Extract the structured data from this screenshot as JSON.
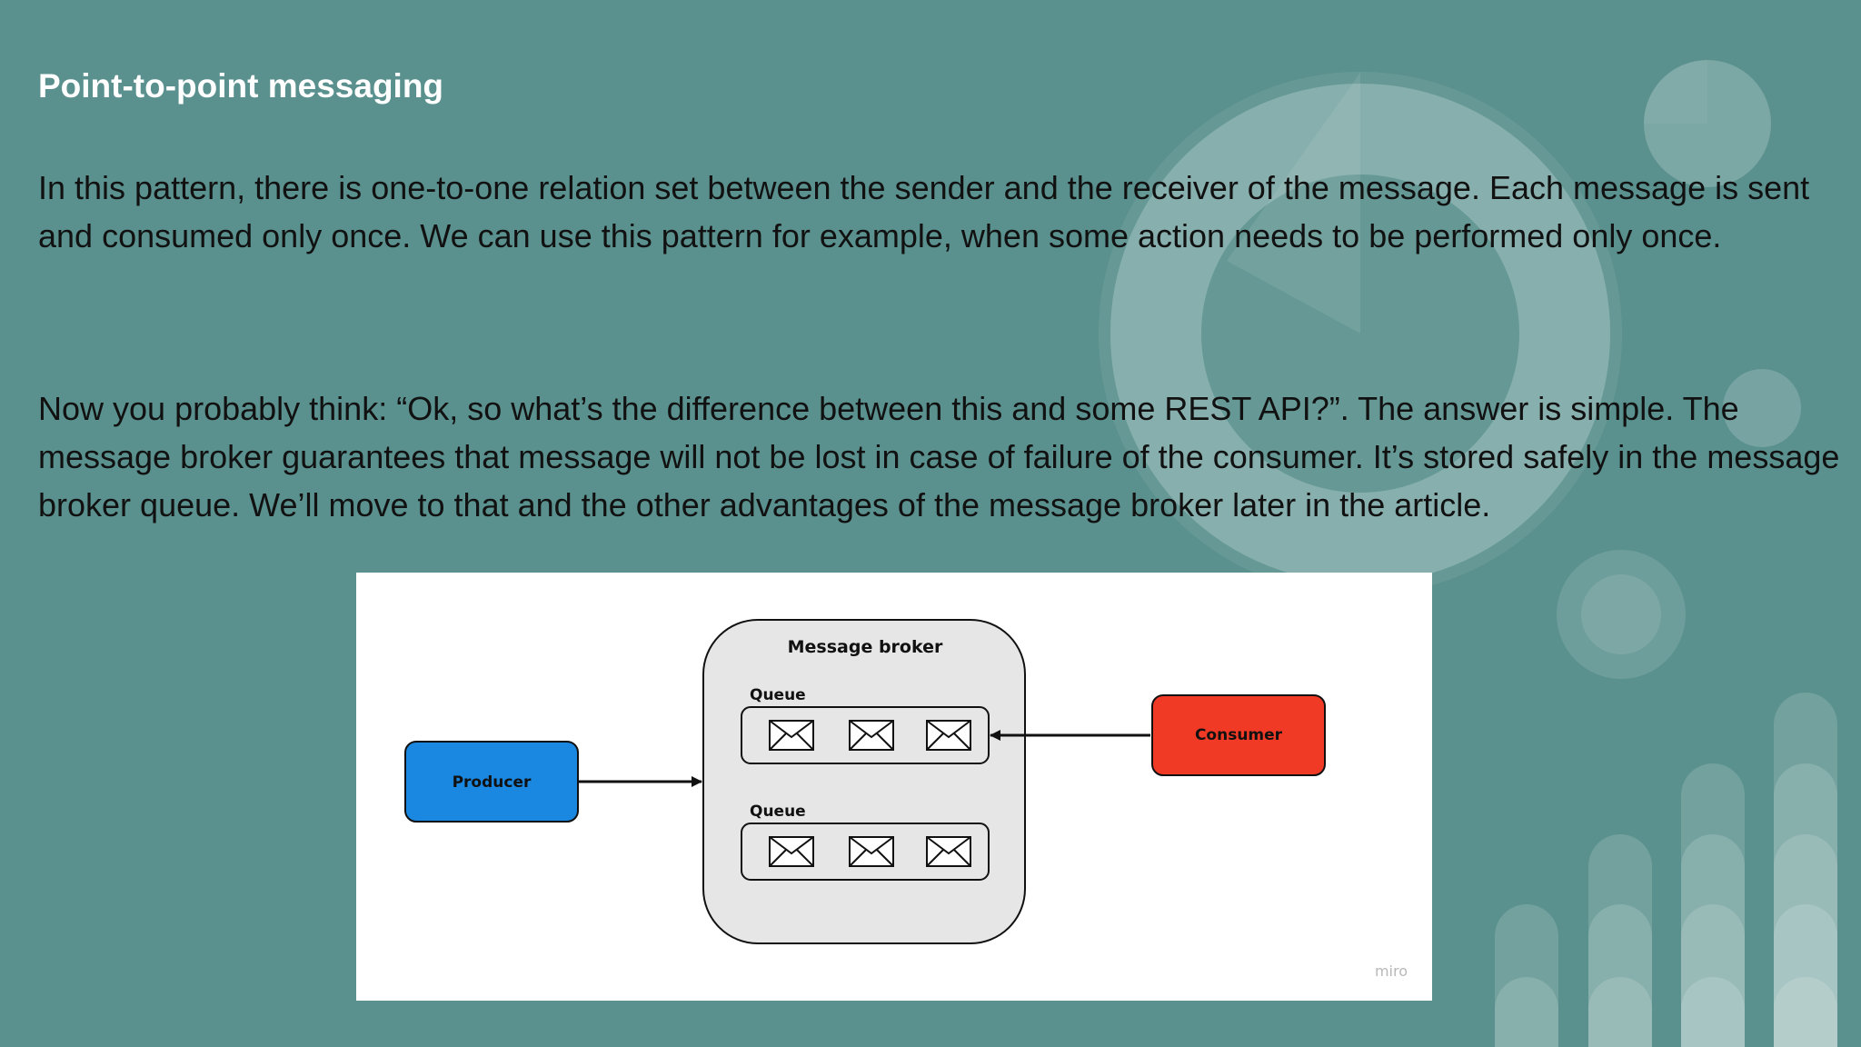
{
  "slide": {
    "title": "Point-to-point messaging",
    "paragraph_1": "In this pattern, there is one-to-one relation set between the sender and the receiver of the message. Each message is sent and consumed only once. We can use this pattern for example, when some action needs to be performed only once.",
    "paragraph_2": "Now you probably think: “Ok, so what’s the difference between this and some REST API?”. The answer is simple. The message broker guarantees that message will not be lost in case of failure of the consumer. It’s stored safely in the message broker queue. We’ll move to that and the other advantages of the message broker later in the article."
  },
  "diagram": {
    "broker_label": "Message broker",
    "producer_label": "Producer",
    "consumer_label": "Consumer",
    "queues": [
      {
        "label": "Queue",
        "message_icons": [
          "envelope-icon",
          "envelope-icon",
          "envelope-icon"
        ]
      },
      {
        "label": "Queue",
        "message_icons": [
          "envelope-icon",
          "envelope-icon",
          "envelope-icon"
        ]
      }
    ],
    "watermark": "miro",
    "colors": {
      "producer": "#1a87e0",
      "consumer": "#f03a26",
      "broker_fill": "#e6e6e6",
      "background": "#5a918e"
    }
  }
}
